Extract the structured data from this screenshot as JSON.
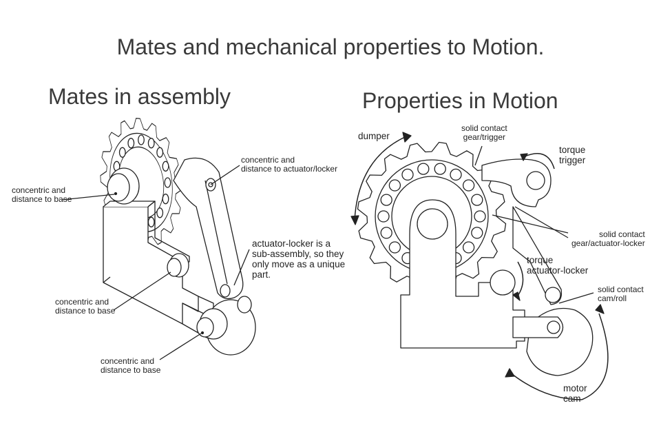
{
  "title": "Mates and mechanical properties to Motion.",
  "left_panel": {
    "heading": "Mates in assembly",
    "labels": {
      "concentric_base_top": "concentric and\ndistance to base",
      "concentric_actuator": "concentric and\ndistance to actuator/locker",
      "subassembly_note": "actuator-locker is a\nsub-assembly, so they\nonly move as a unique\npart.",
      "concentric_base_mid": "concentric and\ndistance to base",
      "concentric_base_bottom": "concentric and\ndistance to base"
    }
  },
  "right_panel": {
    "heading": "Properties in Motion",
    "labels": {
      "dumper": "dumper",
      "solid_contact_gear_trigger": "solid contact\ngear/trigger",
      "torque_trigger": "torque\ntrigger",
      "solid_contact_gear_actuator": "solid contact\ngear/actuator-locker",
      "torque_actuator": "torque\nactuator-locker",
      "solid_contact_cam_roll": "solid contact\ncam/roll",
      "motor_cam": "motor\ncam"
    }
  },
  "colors": {
    "line": "#222222",
    "text": "#333333",
    "background": "#ffffff"
  }
}
